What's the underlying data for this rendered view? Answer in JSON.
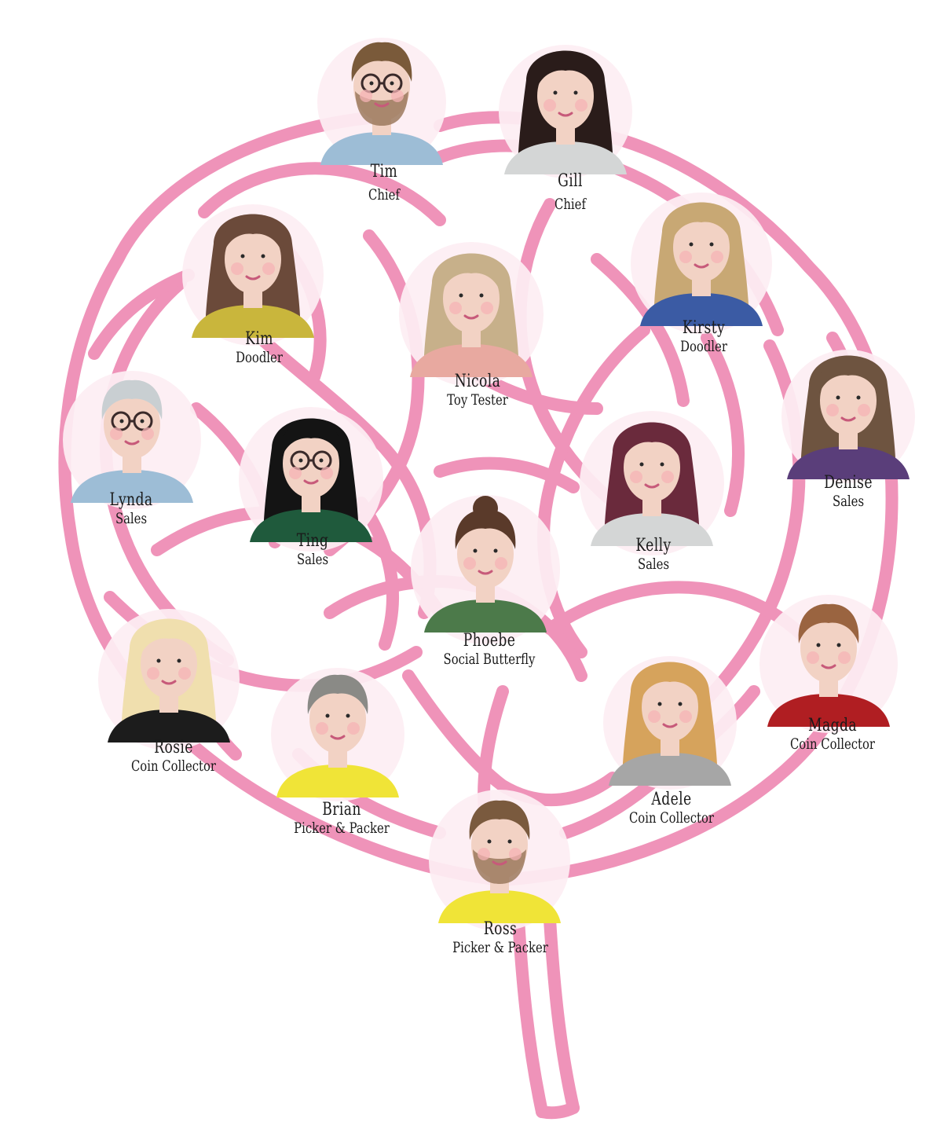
{
  "colors": {
    "branch": "#ef93b9",
    "halo": "#fdeef3",
    "skin": "#f2d2c4",
    "cheek": "#f5b3b6",
    "text": "#1a1a1a"
  },
  "people": [
    {
      "id": "tim",
      "name": "Tim",
      "role": "Chief",
      "hair": "#7a5a3a",
      "hair_style": "short",
      "top": "#9dbdd6",
      "glasses": true,
      "beard": true
    },
    {
      "id": "gill",
      "name": "Gill",
      "role": "Chief",
      "hair": "#2a1c1a",
      "hair_style": "long",
      "top": "#d4d6d6"
    },
    {
      "id": "kim",
      "name": "Kim",
      "role": "Doodler",
      "hair": "#6b4a3a",
      "hair_style": "long",
      "top": "#c9b63c"
    },
    {
      "id": "nicola",
      "name": "Nicola",
      "role": "Toy Tester",
      "hair": "#c7b08a",
      "hair_style": "long",
      "top": "#e8a9a0"
    },
    {
      "id": "kirsty",
      "name": "Kirsty",
      "role": "Doodler",
      "hair": "#c8a874",
      "hair_style": "long",
      "top": "#3b5ba4"
    },
    {
      "id": "denise",
      "name": "Denise",
      "role": "Sales",
      "hair": "#6e5440",
      "hair_style": "long",
      "top": "#5a3e7a"
    },
    {
      "id": "lynda",
      "name": "Lynda",
      "role": "Sales",
      "hair": "#c9cfd2",
      "hair_style": "short",
      "top": "#9dbdd6",
      "glasses": true
    },
    {
      "id": "ting",
      "name": "Ting",
      "role": "Sales",
      "hair": "#141414",
      "hair_style": "long",
      "top": "#1f5a3c",
      "glasses": true
    },
    {
      "id": "kelly",
      "name": "Kelly",
      "role": "Sales",
      "hair": "#6a2a3c",
      "hair_style": "long",
      "top": "#d4d6d6"
    },
    {
      "id": "phoebe",
      "name": "Phoebe",
      "role": "Social Butterfly",
      "hair": "#5a3a2a",
      "hair_style": "bun",
      "top": "#4c7a4a"
    },
    {
      "id": "rosie",
      "name": "Rosie",
      "role": "Coin Collector",
      "hair": "#f0dfae",
      "hair_style": "long",
      "top": "#1c1c1c"
    },
    {
      "id": "brian",
      "name": "Brian",
      "role": "Picker & Packer",
      "hair": "#8a8a86",
      "hair_style": "short",
      "top": "#f0e437"
    },
    {
      "id": "adele",
      "name": "Adele",
      "role": "Coin Collector",
      "hair": "#d6a35c",
      "hair_style": "curly",
      "top": "#a6a6a6"
    },
    {
      "id": "magda",
      "name": "Magda",
      "role": "Coin Collector",
      "hair": "#9a6440",
      "hair_style": "short",
      "top": "#b01e22"
    },
    {
      "id": "ross",
      "name": "Ross",
      "role": "Picker & Packer",
      "hair": "#7a5a3e",
      "hair_style": "short",
      "top": "#f0e437",
      "beard": true
    }
  ]
}
